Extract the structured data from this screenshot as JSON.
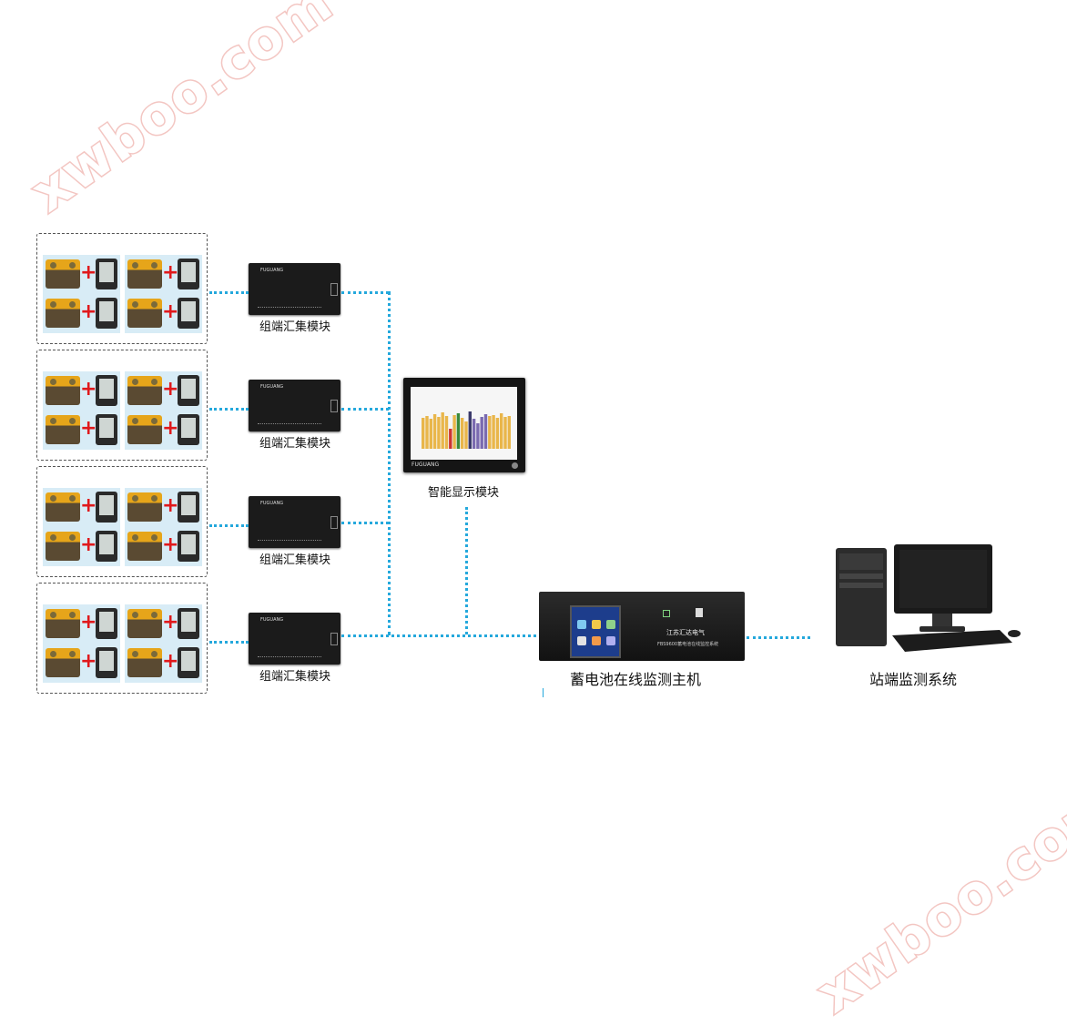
{
  "watermark": {
    "text": "xwboo.com",
    "color": "#f3c6c2"
  },
  "groups": [
    {
      "module_label": "组端汇集模块"
    },
    {
      "module_label": "组端汇集模块"
    },
    {
      "module_label": "组端汇集模块"
    },
    {
      "module_label": "组端汇集模块"
    }
  ],
  "module_brand": "FUGUANG",
  "display": {
    "label": "智能显示模块",
    "brand": "FUGUANG"
  },
  "host": {
    "label": "蓄电池在线监测主机",
    "front_text_1": "江苏汇达电气",
    "front_text_2": "FBS9600蓄电池在线监控系统"
  },
  "station": {
    "label": "站端监测系统"
  },
  "colors": {
    "link": "#24a8dc",
    "plus": "#e0191c",
    "cell_bg": "#d8ecf6"
  },
  "icons": [
    "battery-icon",
    "plus-icon",
    "cell-meter-icon",
    "collector-module-icon",
    "display-icon",
    "host-unit-icon",
    "desktop-computer-icon"
  ]
}
